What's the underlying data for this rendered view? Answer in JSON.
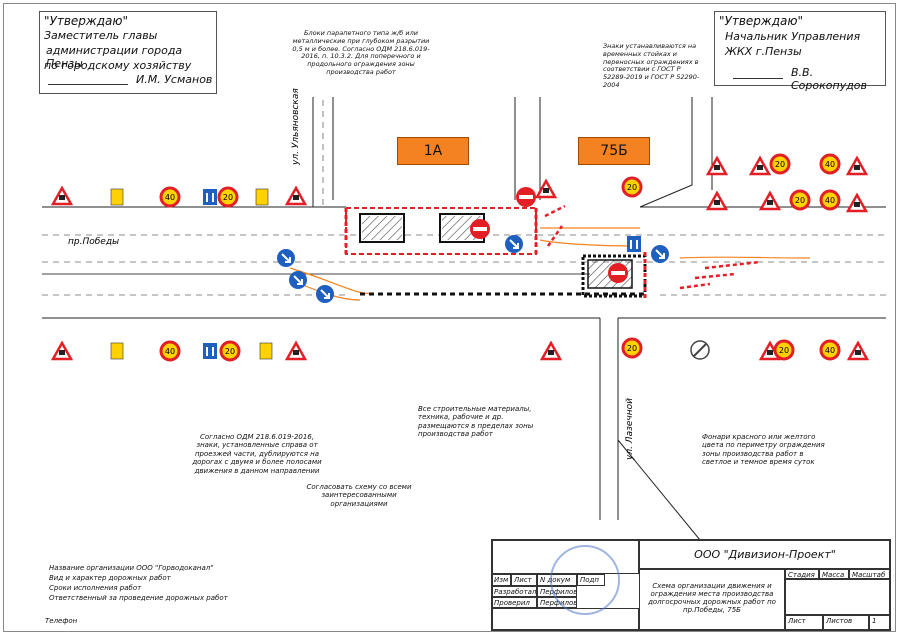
{
  "approve_left": {
    "header": "\"Утверждаю\"",
    "line1": "Заместитель главы",
    "line2": "администрации города Пензы",
    "line3": "по городскому хозяйству",
    "signer": "И.М. Усманов"
  },
  "approve_right": {
    "header": "\"Утверждаю\"",
    "line1": "Начальник Управления",
    "line2": "ЖКХ г.Пензы",
    "signer": "В.В. Сорокопудов"
  },
  "notes": {
    "blocks": "Блоки парапетного типа ж/б или металлические при глубоком разрытии 0,5 м и более. Согласно ОДМ 218.6.019-2016, п. 10.3.2. Для поперечного и продольного ограждения зоны производства работ",
    "signs": "Знаки устанавливаются на временных стойках и переносных ограждениях в соответствии с ГОСТ Р 52289-2019 и ГОСТ Р 52290-2004",
    "materials": "Все строительные материалы, техника, рабочие и др. размещаются в пределах зоны производства работ",
    "duplicate": "Согласно ОДМ 218.6.019-2016, знаки, установленные справа от проезжей части, дублируются на дорогах с двумя и более полосами движения в данном направлении",
    "agree": "Согласовать схему со всеми заинтересованными организациями",
    "lanterns": "Фонари красного или желтого цвета по периметру ограждения зоны производства работ в светлое и темное время суток"
  },
  "streets": {
    "main": "пр.Победы",
    "ulyanovsk": "ул. Ульяновская",
    "lazhechnikov": "ул. Лазечной"
  },
  "buildings": [
    "1А",
    "75Б"
  ],
  "bottom_left": {
    "org": "Название организации ООО \"Горводоканал\"",
    "work": "Вид и характер дорожных работ",
    "dates": "Сроки исполнения работ",
    "responsible": "Ответственный за проведение дорожных работ",
    "phone": "Телефон"
  },
  "title_block": {
    "company": "ООО \"Дивизион-Проект\"",
    "scheme": "Схема организации движения и ограждения места производства долгосрочных дорожных работ по пр.Победы, 75Б",
    "h_izm": "Изм",
    "h_list": "Лист",
    "h_ndoc": "N докум",
    "h_podp": "Подп",
    "r1_role": "Разработал",
    "r1_name": "Перфилов",
    "r2_role": "Проверил",
    "r2_name": "Перфилов",
    "stadia": "Стадия",
    "massa": "Масса",
    "masshtab": "Масштаб",
    "list": "Лист",
    "listov": "Листов",
    "listov_val": "1"
  },
  "signs": {
    "speed_40": "40",
    "speed_20": "20"
  },
  "colors": {
    "building": "#f58220",
    "sign_red": "#e31e24",
    "sign_blue": "#1f5fbf",
    "sign_yellow": "#ffd200",
    "fence": "#e31e24"
  }
}
